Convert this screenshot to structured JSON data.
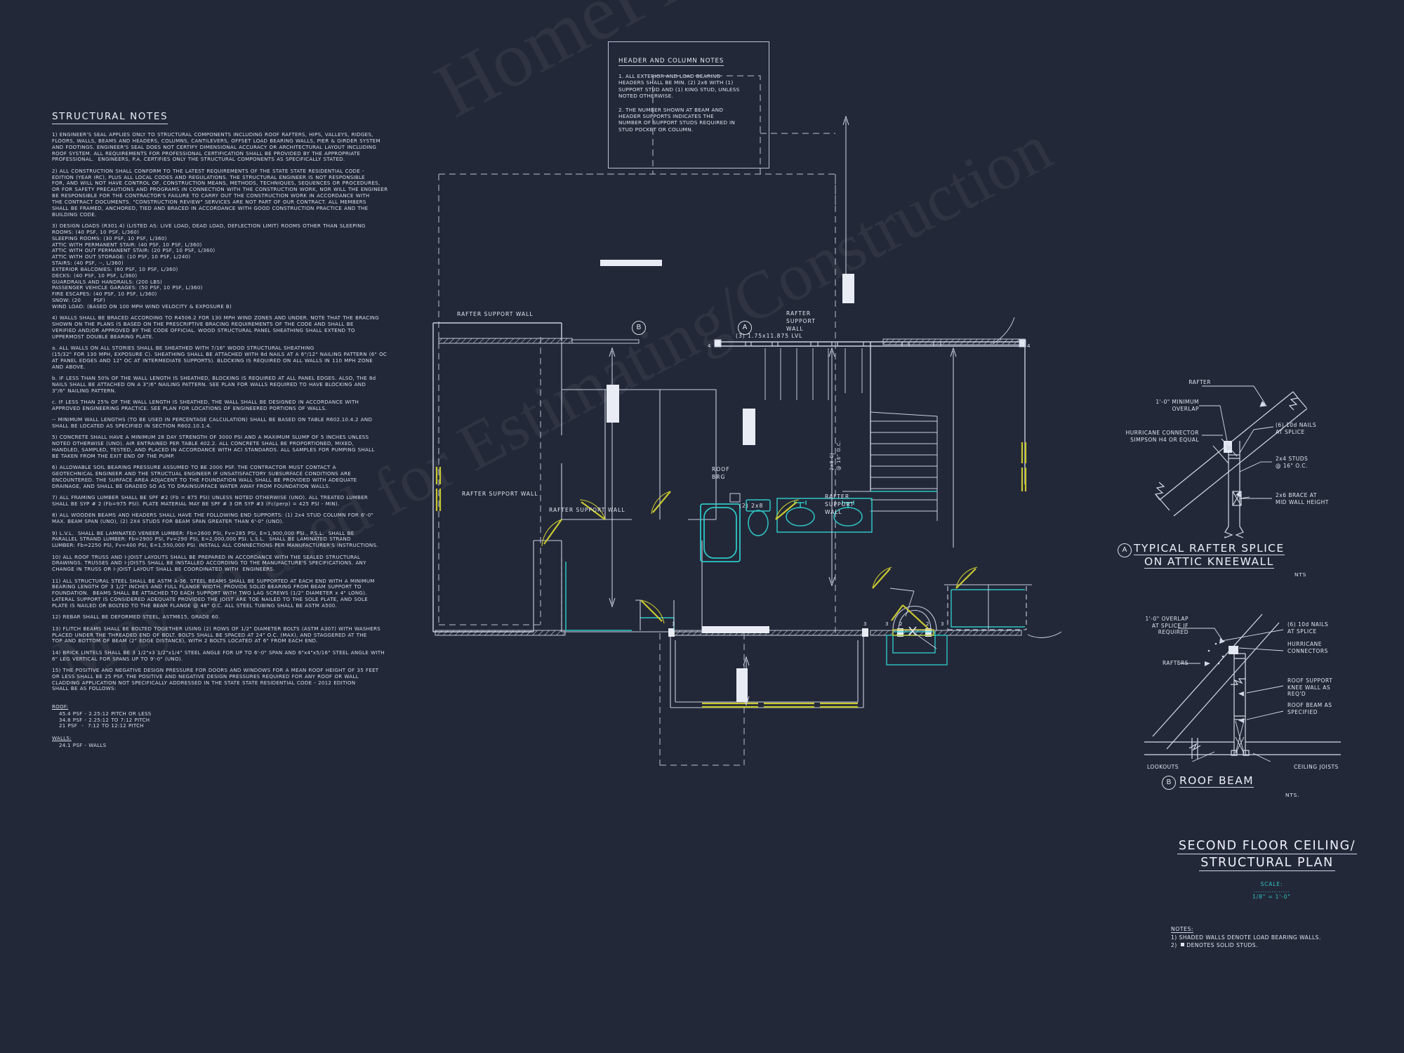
{
  "sheet": {
    "background_color": "#232838",
    "line_color": "#d7dcea",
    "accent_cyan": "#2ec6c6",
    "accent_yellow": "#c8c832",
    "watermark_line_1": "HomeFloorPlans.com",
    "watermark_line_2": "May be used for Estimating/Construction"
  },
  "structural_notes": {
    "title": "STRUCTURAL NOTES",
    "items": [
      "1) ENGINEER'S SEAL APPLIES ONLY TO STRUCTURAL COMPONENTS INCLUDING ROOF RAFTERS, HIPS, VALLEYS, RIDGES,\nFLOORS, WALLS, BEAMS AND HEADERS, COLUMNS, CANTILEVERS, OFFSET LOAD BEARING WALLS, PIER & GIRDER SYSTEM\nAND FOOTINGS. ENGINEER'S SEAL DOES NOT CERTIFY DIMENSIONAL ACCURACY OR ARCHITECTURAL LAYOUT INCLUDING\nROOF SYSTEM. ALL REQUIREMENTS FOR PROFESSIONAL CERTIFICATION SHALL BE PROVIDED BY THE APPROPRIATE\nPROFESSIONAL.  ENGINEERS, P.A. CERTIFIES ONLY THE STRUCTURAL COMPONENTS AS SPECIFICALLY STATED.",
      "2) ALL CONSTRUCTION SHALL CONFORM TO THE LATEST REQUIREMENTS OF THE STATE STATE RESIDENTIAL CODE -\nEDITION (YEAR IRC), PLUS ALL LOCAL CODES AND REGULATIONS. THE STRUCTURAL ENGINEER IS NOT RESPONSIBLE\nFOR, AND WILL NOT HAVE CONTROL OF, CONSTRUCTION MEANS, METHODS, TECHNIQUES, SEQUENCES OR PROCEDURES,\nOR FOR SAFETY PRECAUTIONS AND PROGRAMS IN CONNECTION WITH THE CONSTRUCTION WORK, NOR WILL THE ENGINEER\nBE RESPONSIBLE FOR THE CONTRACTOR'S FAILURE TO CARRY OUT THE CONSTRUCTION WORK IN ACCORDANCE WITH\nTHE CONTRACT DOCUMENTS. \"CONSTRUCTION REVIEW\" SERVICES ARE NOT PART OF OUR CONTRACT. ALL MEMBERS\nSHALL BE FRAMED, ANCHORED, TIED AND BRACED IN ACCORDANCE WITH GOOD CONSTRUCTION PRACTICE AND THE\nBUILDING CODE."
    ],
    "design_loads_header": "3) DESIGN LOADS (R301.4) (LISTED AS: LIVE LOAD, DEAD LOAD, DEFLECTION LIMIT) ROOMS OTHER THAN SLEEPING",
    "design_loads": [
      "ROOMS: (40 PSF, 10 PSF, L/360)",
      "SLEEPING ROOMS: (30 PSF, 10 PSF, L/360)",
      "ATTIC WITH PERMANENT STAIR: (40 PSF, 10 PSF, L/360)",
      "ATTIC WITH OUT PERMANENT STAIR: (20 PSF, 10 PSF, L/360)",
      "ATTIC WITH OUT STORAGE: (10 PSF, 10 PSF, L/240)",
      "STAIRS: (40 PSF, --, L/360)",
      "EXTERIOR BALCONIES: (60 PSF, 10 PSF, L/360)",
      "DECKS: (40 PSF, 10 PSF, L/360)",
      "GUARDRAILS AND HANDRAILS: (200 LBS)",
      "PASSENGER VEHICLE GARAGES: (50 PSF, 10 PSF, L/360)",
      "FIRE ESCAPES: (40 PSF, 10 PSF, L/360)",
      "SNOW: (20      PSF)",
      "WIND LOAD: (BASED ON 100 MPH WIND VELOCITY & EXPOSURE B)"
    ],
    "items2": [
      "4) WALLS SHALL BE BRACED ACCORDING TO R4506.2 FOR 130 MPH WIND ZONES AND UNDER. NOTE THAT THE BRACING\nSHOWN ON THE PLANS IS BASED ON THE PRESCRIPTIVE BRACING REQUIREMENTS OF THE CODE AND SHALL BE\nVERIFIED AND/OR APPROVED BY THE CODE OFFICIAL. WOOD STRUCTURAL PANEL SHEATHING SHALL EXTEND TO\nUPPERMOST DOUBLE BEARING PLATE.",
      "a. ALL WALLS ON ALL STORIES SHALL BE SHEATHED WITH 7/16\" WOOD STRUCTURAL SHEATHING\n(15/32\" FOR 130 MPH, EXPOSURE C). SHEATHING SHALL BE ATTACHED WITH 8d NAILS AT A 6\"/12\" NAILING PATTERN (6\" OC\nAT PANEL EDGES AND 12\" OC AT INTERMEDIATE SUPPORTS). BLOCKING IS REQUIRED ON ALL WALLS IN 110 MPH ZONE\nAND ABOVE.",
      "b. IF LESS THAN 50% OF THE WALL LENGTH IS SHEATHED, BLOCKING IS REQUIRED AT ALL PANEL EDGES. ALSO, THE 8d\nNAILS SHALL BE ATTACHED ON A 3\"/6\" NAILING PATTERN. SEE PLAN FOR WALLS REQUIRED TO HAVE BLOCKING AND\n3\"/6\" NAILING PATTERN.",
      "c. IF LESS THAN 25% OF THE WALL LENGTH IS SHEATHED, THE WALL SHALL BE DESIGNED IN ACCORDANCE WITH\nAPPROVED ENGINEERING PRACTICE. SEE PLAN FOR LOCATIONS OF ENGINEERED PORTIONS OF WALLS.",
      "-- MINIMUM WALL LENGTHS (TO BE USED IN PERCENTAGE CALCULATION) SHALL BE BASED ON TABLE R602.10.4.2 AND\nSHALL BE LOCATED AS SPECIFIED IN SECTION R602.10.1.4.",
      "5) CONCRETE SHALL HAVE A MINIMUM 28 DAY STRENGTH OF 3000 PSI AND A MAXIMUM SLUMP OF 5 INCHES UNLESS\nNOTED OTHERWISE (UNO). AIR ENTRAINED PER TABLE 402.2. ALL CONCRETE SHALL BE PROPORTIONED, MIXED,\nHANDLED, SAMPLED, TESTED, AND PLACED IN ACCORDANCE WITH ACI STANDARDS. ALL SAMPLES FOR PUMPING SHALL\nBE TAKEN FROM THE EXIT END OF THE PUMP.",
      "6) ALLOWABLE SOIL BEARING PRESSURE ASSUMED TO BE 2000 PSF. THE CONTRACTOR MUST CONTACT A\nGEOTECHNICAL ENGINEER AND THE STRUCTUAL ENGINEER IF UNSATISFACTORY SUBSURFACE CONDITIONS ARE\nENCOUNTERED. THE SURFACE AREA ADJACENT TO THE FOUNDATION WALL SHALL BE PROVIDED WITH ADEQUATE\nDRAINAGE, AND SHALL BE GRADED SO AS TO DRAINSURFACE WATER AWAY FROM FOUNDATION WALLS.",
      "7) ALL FRAMING LUMBER SHALL BE SPF #2 (Fb = 875 PSI) UNLESS NOTED OTHERWISE (UNO). ALL TREATED LUMBER\nSHALL BE SYP # 2 (Fb=975 PSI). PLATE MATERIAL MAY BE SPF # 3 OR SYP #3 (Fc(perp) = 425 PSI - MIN).",
      "8) ALL WOODEN BEAMS AND HEADERS SHALL HAVE THE FOLLOWING END SUPPORTS: (1) 2x4 STUD COLUMN FOR 6'-0\"\nMAX. BEAM SPAN (UNO), (2) 2X4 STUDS FOR BEAM SPAN GREATER THAN 6'-0\" (UNO).",
      "9) L.V.L.  SHALL BE LAMINATED VENEER LUMBER: Fb=2600 PSI, Fv=285 PSI, E=1,900,000 PSI., P.S.L.  SHALL BE\nPARALLEL STRAND LUMBER: Fb=2900 PSI, Fv=290 PSI, E=2,000,000 PSI. L.S.L.  SHALL BE LAMINATED STRAND\nLUMBER: Fb=2250 PSI, Fv=400 PSI, E=1,550,000 PSI. INSTALL ALL CONNECTIONS PER MANUFACTURER'S INSTRUCTIONS.",
      "10) ALL ROOF TRUSS AND I-JOIST LAYOUTS SHALL BE PREPARED IN ACCORDANCE WITH THE SEALED STRUCTURAL\nDRAWINGS. TRUSSES AND I-JOISTS SHALL BE INSTALLED ACCORDING TO THE MANUFACTURE'S SPECIFICATIONS. ANY\nCHANGE IN TRUSS OR I-JOIST LAYOUT SHALL BE COORDINATED WITH  ENGINEERS.",
      "11) ALL STRUCTURAL STEEL SHALL BE ASTM A-36. STEEL BEAMS SHALL BE SUPPORTED AT EACH END WITH A MINIMUM\nBEARING LENGTH OF 3 1/2\" INCHES AND FULL FLANGE WIDTH. PROVIDE SOLID BEARING FROM BEAM SUPPORT TO\nFOUNDATION.  BEAMS SHALL BE ATTACHED TO EACH SUPPORT WITH TWO LAG SCREWS (1/2\" DIAMETER x 4\" LONG).\nLATERAL SUPPORT IS CONSIDERED ADEQUATE PROVIDED THE JOIST ARE TOE NAILED TO THE SOLE PLATE, AND SOLE\nPLATE IS NAILED OR BOLTED TO THE BEAM FLANGE @ 48\" O.C. ALL STEEL TUBING SHALL BE ASTM A500.",
      "12) REBAR SHALL BE DEFORMED STEEL, ASTM615, GRADE 60.",
      "13) FLITCH BEAMS SHALL BE BOLTED TOGETHER USING (2) ROWS OF 1/2\" DIAMETER BOLTS (ASTM A307) WITH WASHERS\nPLACED UNDER THE THREADED END OF BOLT. BOLTS SHALL BE SPACED AT 24\" O.C. (MAX), AND STAGGERED AT THE\nTOP AND BOTTOM OF BEAM (2\" EDGE DISTANCE), WITH 2 BOLTS LOCATED AT 6\" FROM EACH END.",
      "14) BRICK LINTELS SHALL BE 3 1/2\"x3 1/2\"x1/4\" STEEL ANGLE FOR UP TO 6'-0\" SPAN AND 6\"x4\"x5/16\" STEEL ANGLE WITH\n6\" LEG VERTICAL FOR SPANS UP TO 9'-0\" (UNO).",
      "15) THE POSITIVE AND NEGATIVE DESIGN PRESSURE FOR DOORS AND WINDOWS FOR A MEAN ROOF HEIGHT OF 35 FEET\nOR LESS SHALL BE 25 PSF. THE POSITIVE AND NEGATIVE DESIGN PRESSURES REQUIRED FOR ANY ROOF OR WALL\nCLADDING APPLICATION NOT SPECIFICALLY ADDRESSED IN THE STATE STATE RESIDENTIAL CODE - 2012 EDITION\nSHALL BE AS FOLLOWS:"
    ],
    "pressure_tables": [
      {
        "header": "ROOF:",
        "rows": [
          "45.4 PSF - 2.25:12 PITCH OR LESS",
          "34.8 PSF - 2.25:12 TO 7:12 PITCH",
          "21 PSF  -  7:12 TO 12:12 PITCH"
        ]
      },
      {
        "header": "WALLS:",
        "rows": [
          "24.1 PSF - WALLS"
        ]
      }
    ]
  },
  "header_column_notes": {
    "title": "HEADER AND COLUMN NOTES",
    "note1": "1. ALL EXTERIOR AND LOAD BEARING\nHEADERS SHALL BE MIN. (2) 2x6 WITH (1)\nSUPPORT STUD AND (1) KING STUD, UNLESS\nNOTED OTHERWISE.",
    "note2": "2. THE NUMBER SHOWN AT BEAM AND\nHEADER SUPPORTS INDICATES THE\nNUMBER OF SUPPORT STUDS REQUIRED IN\nSTUD POCKET OR COLUMN."
  },
  "plan": {
    "labels": {
      "rafter_support_wall_1": "RAFTER SUPPORT WALL",
      "rafter_support_wall_2": "RAFTER\nSUPPORT\nWALL",
      "rafter_support_wall_3": "RAFTER SUPPORT WALL",
      "rafter_support_wall_4": "RAFTER SUPPORT WALL",
      "rafter_support_wall_5": "RAFTER\nSUPPORT\nWALL",
      "lvl_beam": "(3) 1.75x11.875 LVL",
      "ceiling_joist": "2x8 CJ\n@ 16\" O.C.",
      "roof_brg": "ROOF\nBRG",
      "double_2x8": "(2) 2x8",
      "bubble_a": "A",
      "bubble_b": "B",
      "stud_counts": [
        "4",
        "4",
        "3",
        "3",
        "3",
        "2",
        "2",
        "3"
      ]
    }
  },
  "detail_a": {
    "bubble": "A",
    "title_line1": "TYPICAL RAFTER SPLICE",
    "title_line2": "ON ATTIC KNEEWALL",
    "nts": "NTS",
    "callouts": {
      "rafter": "RAFTER",
      "overlap": "1'-0\" MINIMUM\nOVERLAP",
      "hurricane": "HURRICANE CONNECTOR\nSIMPSON H4 OR EQUAL",
      "nails": "(6) 10d NAILS\nAT SPLICE",
      "studs": "2x4 STUDS\n@ 16\" O.C.",
      "brace": "2x6 BRACE AT\nMID WALL HEIGHT"
    }
  },
  "detail_b": {
    "bubble": "B",
    "title": "ROOF BEAM",
    "nts": "NTS.",
    "callouts": {
      "overlap": "1'-0\" OVERLAP\nAT SPLICE IF\nREQUIRED",
      "rafters": "RAFTERS",
      "nails": "(6) 10d NAILS\nAT SPLICE",
      "hurricane": "HURRICANE\nCONNECTORS",
      "kneewall": "ROOF SUPPORT\nKNEE WALL AS\nREQ'D",
      "roofbeam": "ROOF BEAM AS\nSPECIFIED",
      "lookouts": "LOOKOUTS",
      "ceiling_joists": "CEILING JOISTS"
    }
  },
  "sheet_title": {
    "line1": "SECOND FLOOR CEILING/",
    "line2": "STRUCTURAL PLAN",
    "scale_label": "SCALE:",
    "scale_dots": "................",
    "scale_value": "1/8\" = 1'-0\""
  },
  "bottom_notes": {
    "title": "NOTES:",
    "line1": "1) SHADED WALLS DENOTE LOAD BEARING WALLS.",
    "line2_prefix": "2)  ",
    "line2_suffix": " DENOTES SOLID STUDS."
  }
}
